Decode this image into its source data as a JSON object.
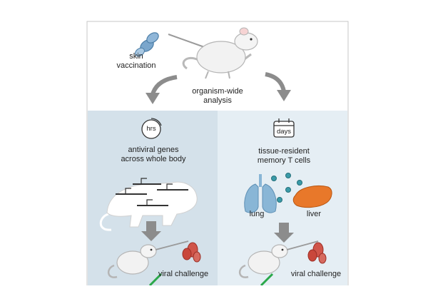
{
  "top": {
    "skin_vaccination": [
      "skin",
      "vaccination"
    ],
    "organism_wide": [
      "organism-wide",
      "analysis"
    ]
  },
  "left_panel": {
    "timer_label": "hrs",
    "title": [
      "antiviral genes",
      "across whole body"
    ],
    "challenge_label": "viral challenge"
  },
  "right_panel": {
    "calendar_label": "days",
    "title": [
      "tissue-resident",
      "memory T cells"
    ],
    "lung_label": "lung",
    "liver_label": "liver",
    "challenge_label": "viral challenge"
  },
  "colors": {
    "left_bg": "#d4e1ea",
    "right_bg": "#e5eef4",
    "arrow_gray": "#8c8c8c",
    "vaccinia_blue": "#7aa6cc",
    "virus_red": "#c9473b",
    "lung_blue": "#89b6d6",
    "liver_orange": "#e8782a",
    "check_green": "#2aa84a",
    "tcell_teal": "#3a9aa8"
  }
}
